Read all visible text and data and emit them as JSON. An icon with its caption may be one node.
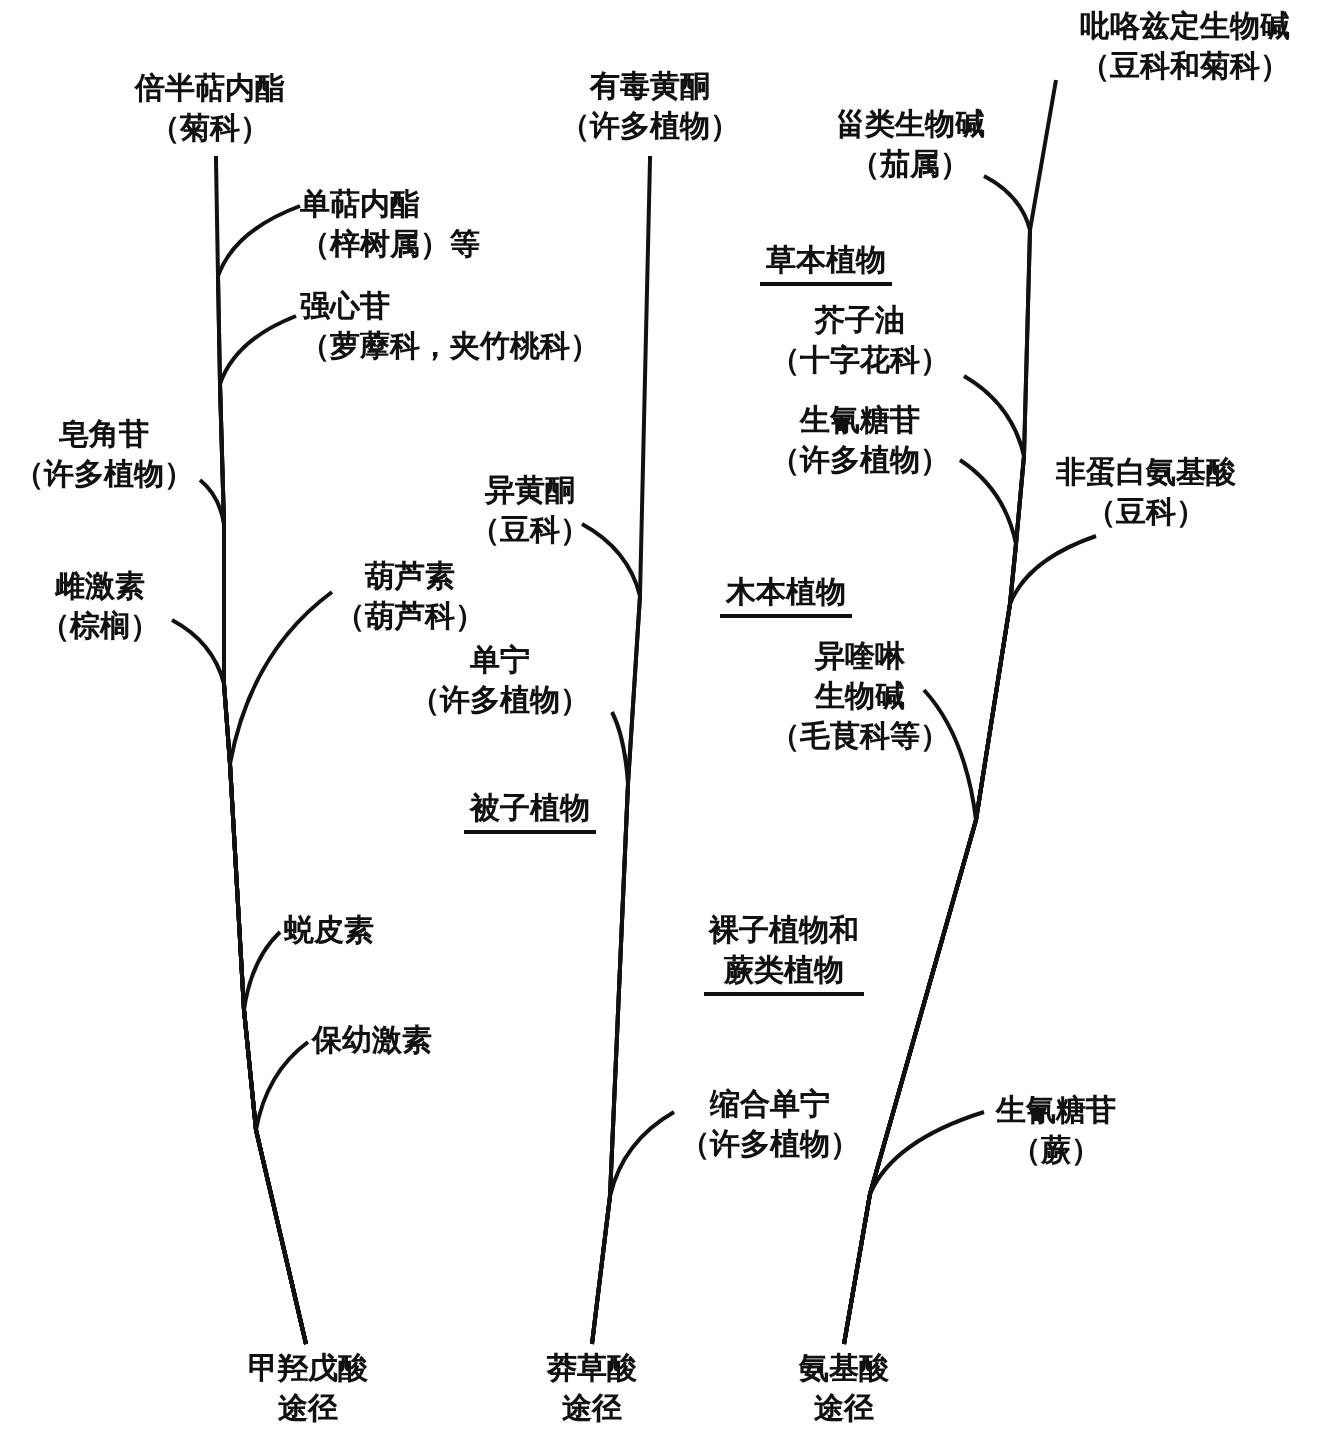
{
  "diagram": {
    "nodes": [
      {
        "text": [
          "倍半萜内酯",
          "（菊科）"
        ]
      },
      {
        "text": [
          "单萜内酯",
          "（梓树属）等"
        ]
      },
      {
        "text": [
          "强心苷",
          "（萝藦科，夹竹桃科）"
        ]
      },
      {
        "text": [
          "皂角苷",
          "（许多植物）"
        ]
      },
      {
        "text": [
          "雌激素",
          "（棕榈）"
        ]
      },
      {
        "text": [
          "葫芦素",
          "（葫芦科）"
        ]
      },
      {
        "text": [
          "蜕皮素"
        ]
      },
      {
        "text": [
          "保幼激素"
        ]
      },
      {
        "text": [
          "甲羟戊酸途径"
        ]
      },
      {
        "text": [
          "有毒黄酮",
          "（许多植物）"
        ]
      },
      {
        "text": [
          "异黄酮",
          "（豆科）"
        ]
      },
      {
        "text": [
          "单宁",
          "（许多植物）"
        ]
      },
      {
        "text": [
          "缩合单宁",
          "（许多植物）"
        ]
      },
      {
        "text": [
          "莽草酸途径"
        ]
      },
      {
        "text": [
          "吡咯兹定生物碱",
          "（豆科和菊科）"
        ]
      },
      {
        "text": [
          "甾类生物碱",
          "（茄属）"
        ]
      },
      {
        "text": [
          "芥子油",
          "（十字花科）"
        ]
      },
      {
        "text": [
          "生氰糖苷",
          "（许多植物）"
        ]
      },
      {
        "text": [
          "非蛋白氨基酸",
          "（豆科）"
        ]
      },
      {
        "text": [
          "异喹啉生物碱",
          "（毛茛科等）"
        ]
      },
      {
        "text": [
          "生氰糖苷",
          "（蕨）"
        ]
      },
      {
        "text": [
          "氨基酸途径"
        ]
      }
    ],
    "edges": [
      {
        "from": 8,
        "to": 0,
        "arrow": "none"
      },
      {
        "from": 8,
        "to": 1,
        "arrow": "none"
      },
      {
        "from": 8,
        "to": 2,
        "arrow": "none"
      },
      {
        "from": 8,
        "to": 3,
        "arrow": "none"
      },
      {
        "from": 8,
        "to": 4,
        "arrow": "none"
      },
      {
        "from": 8,
        "to": 5,
        "arrow": "none"
      },
      {
        "from": 8,
        "to": 6,
        "arrow": "none"
      },
      {
        "from": 8,
        "to": 7,
        "arrow": "none"
      },
      {
        "from": 13,
        "to": 9,
        "arrow": "none"
      },
      {
        "from": 13,
        "to": 10,
        "arrow": "none"
      },
      {
        "from": 13,
        "to": 11,
        "arrow": "none"
      },
      {
        "from": 13,
        "to": 12,
        "arrow": "none"
      },
      {
        "from": 21,
        "to": 14,
        "arrow": "none"
      },
      {
        "from": 21,
        "to": 15,
        "arrow": "none"
      },
      {
        "from": 21,
        "to": 16,
        "arrow": "none"
      },
      {
        "from": 21,
        "to": 17,
        "arrow": "none"
      },
      {
        "from": 21,
        "to": 18,
        "arrow": "none"
      },
      {
        "from": 21,
        "to": 19,
        "arrow": "none"
      },
      {
        "from": 21,
        "to": 20,
        "arrow": "none"
      }
    ],
    "labels": [
      "草本植物",
      "木本植物",
      "被子植物",
      "裸子植物和蕨类植物"
    ]
  }
}
